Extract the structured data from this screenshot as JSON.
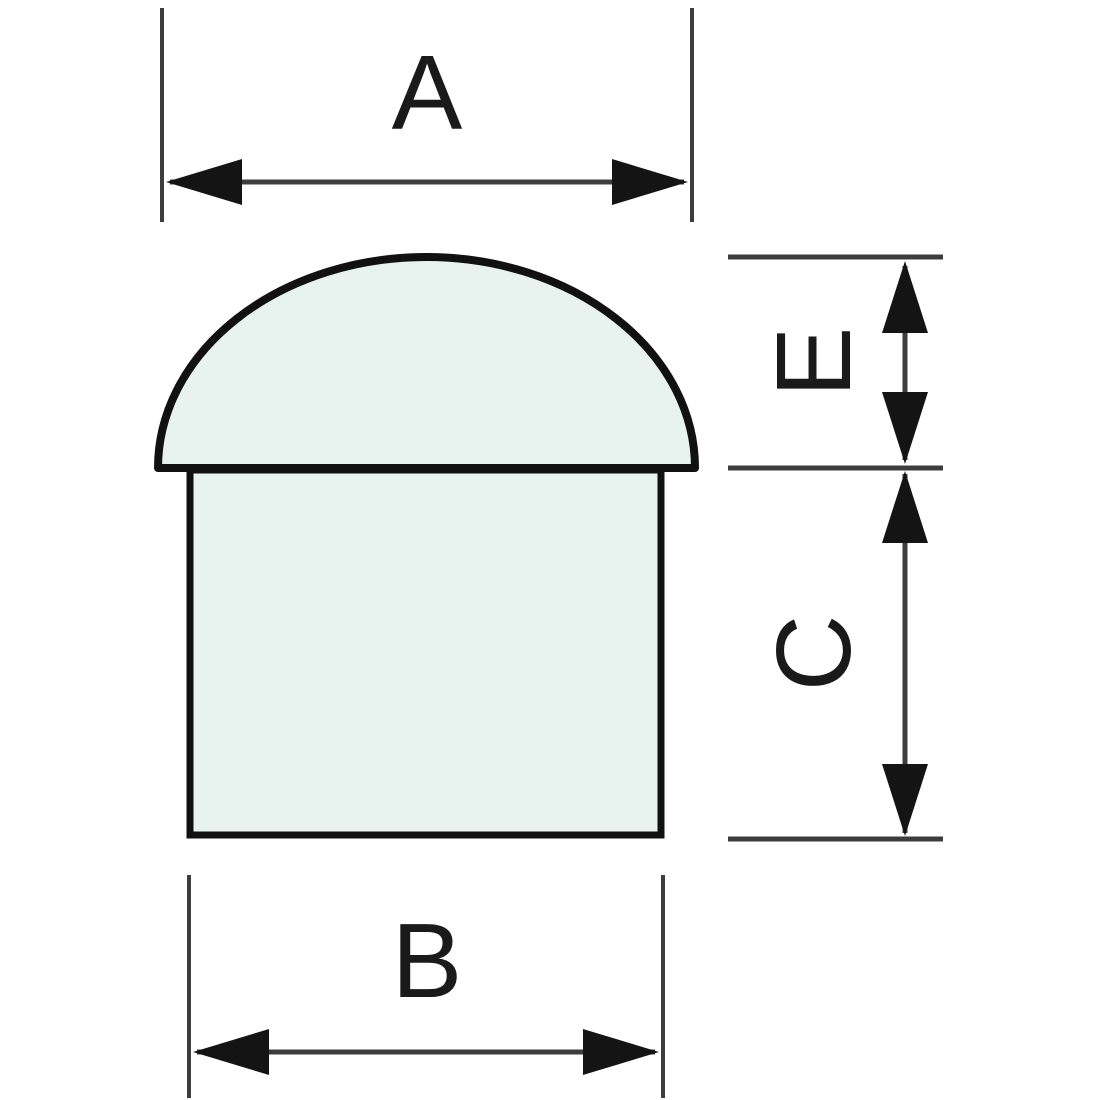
{
  "diagram": {
    "type": "technical-dimension-drawing",
    "subject": "round dome cap profile (side view)",
    "labels": {
      "top_width": "A",
      "bottom_width": "B",
      "body_height": "C",
      "dome_height": "E"
    },
    "colors": {
      "background": "#ffffff",
      "shape_fill": "#e8f3ef",
      "shape_outline": "#111111",
      "dim_line": "#3d3d3d",
      "arrow_fill": "#141414",
      "label_text": "#1a1a1a"
    }
  }
}
